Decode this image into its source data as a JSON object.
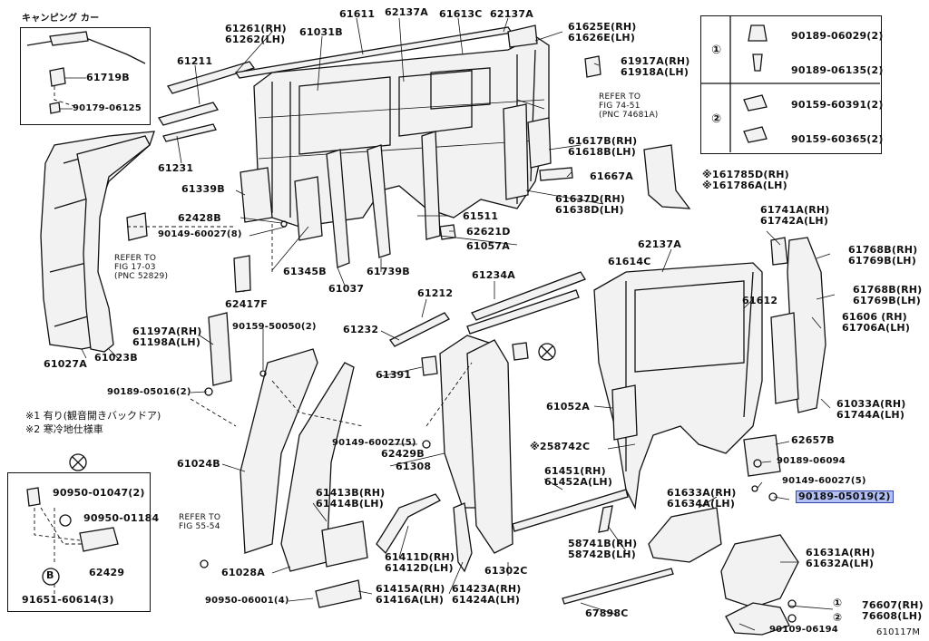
{
  "diagram": {
    "figure_number": "610117M",
    "inset_tl": {
      "title": "キャンピング カー",
      "parts": [
        "61719B",
        "90179-06125"
      ]
    },
    "legend": {
      "groups": [
        {
          "marker": "①",
          "items": [
            "90189-06029(2)",
            "90189-06135(2)"
          ]
        },
        {
          "marker": "②",
          "items": [
            "90159-60391(2)",
            "90159-60365(2)"
          ]
        }
      ]
    },
    "inset_bl": {
      "parts": [
        "90950-01047(2)",
        "90950-01184",
        "62429",
        "91651-60614(3)"
      ],
      "marker": "B"
    },
    "notes": [
      "※1 有り(観音開きバックドア)",
      "※2 寒冷地仕様車"
    ],
    "refs": {
      "fig74": "REFER TO\nFIG 74-51\n(PNC 74681A)",
      "fig17": "REFER TO\nFIG 17-03\n(PNC 52829)",
      "fig55": "REFER TO\nFIG 55-54"
    },
    "labels": {
      "p61261": "61261(RH)\n61262(LH)",
      "p61611": "61611",
      "p62137a_1": "62137A",
      "p61613c": "61613C",
      "p62137a_2": "62137A",
      "p61625e": "61625E(RH)\n61626E(LH)",
      "p61211": "61211",
      "p61031b": "61031B",
      "p61917a": "61917A(RH)\n61918A(LH)",
      "p61231": "61231",
      "p61617b": "61617B(RH)\n61618B(LH)",
      "p61667a": "61667A",
      "p61339b": "61339B",
      "p61785d": "※161785D(RH)\n※161786A(LH)",
      "p61637d": "61637D(RH)\n61638D(LH)",
      "p62428b": "62428B",
      "p61511": "61511",
      "p62621d": "62621D",
      "p90149_8": "90149-60027(8)",
      "p61057a": "61057A",
      "p61741a": "61741A(RH)\n61742A(LH)",
      "p62137a_3": "62137A",
      "p61768b_1": "61768B(RH)\n61769B(LH)",
      "p61614c": "61614C",
      "p61234a": "61234A",
      "p61345b": "61345B",
      "p61037": "61037",
      "p61739b": "61739B",
      "p62417f": "62417F",
      "p61768b_2": "61768B(RH)\n61769B(LH)",
      "p61212": "61212",
      "p61612": "61612",
      "p61606": "61606 (RH)\n61706A(LH)",
      "p61197a": "61197A(RH)\n61198A(LH)",
      "p90159_2": "90159-50050(2)",
      "p61232": "61232",
      "p61027a": "61027A",
      "p61023b": "61023B",
      "p61391": "61391",
      "p90189_2": "90189-05016(2)",
      "p61033a": "61033A(RH)\n61744A(LH)",
      "p61052a": "61052A",
      "p62657b": "62657B",
      "p90149_5a": "90149-60027(5)",
      "p62429b": "62429B",
      "p58742c": "※258742C",
      "p90189_06094": "90189-06094",
      "p61024b": "61024B",
      "p61308": "61308",
      "p61451": "61451(RH)\n61452A(LH)",
      "p90149_5b": "90149-60027(5)",
      "p61413b": "61413B(RH)\n61414B(LH)",
      "p61633a": "61633A(RH)\n61634A(LH)",
      "p90189_05019": "90189-05019(2)",
      "p58741b": "58741B(RH)\n58742B(LH)",
      "p61631a": "61631A(RH)\n61632A(LH)",
      "p61411d": "61411D(RH)\n61412D(LH)",
      "p61423a": "61423A(RH)\n61424A(LH)",
      "p61028a": "61028A",
      "p61302c": "61302C",
      "p61415a": "61415A(RH)\n61416A(LH)",
      "p90950_4": "90950-06001(4)",
      "p67898c": "67898C",
      "p76607": "76607(RH)\n76608(LH)",
      "p90109": "90109-06194"
    }
  }
}
